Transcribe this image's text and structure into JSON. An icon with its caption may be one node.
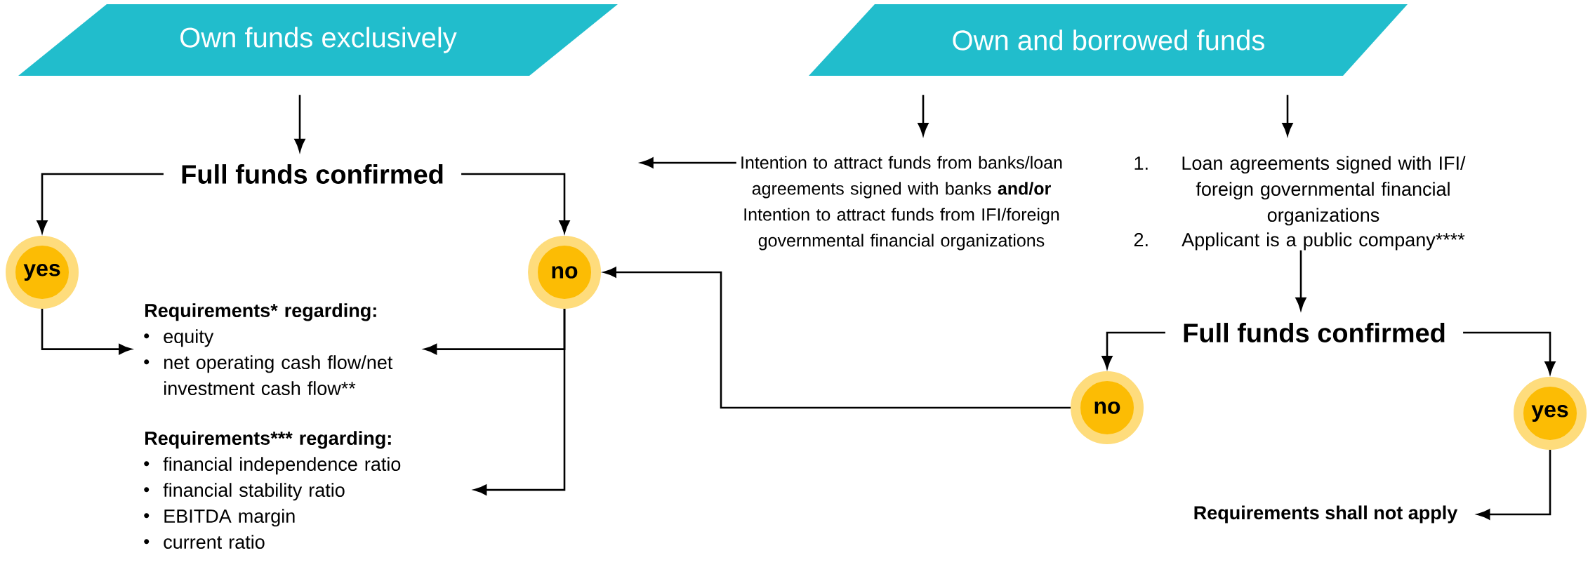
{
  "diagram": {
    "nodes": [
      {
        "text": [
          "Own funds exclusively"
        ]
      },
      {
        "text": [
          "Own and borrowed funds"
        ]
      },
      {
        "text": [
          "Full funds confirmed"
        ]
      },
      {
        "text": [
          "yes"
        ]
      },
      {
        "text": [
          "no"
        ]
      },
      {
        "text": [
          "Requirements* regarding:",
          "equity",
          "net operating cash flow/net investment cash flow**"
        ]
      },
      {
        "text": [
          "Requirements*** regarding:",
          "financial independence ratio",
          "financial stability ratio",
          "EBITDA margin",
          "current ratio"
        ]
      },
      {
        "text": [
          "Intention to attract funds from banks/loan agreements signed with banks **and/or**",
          "Intention to attract funds from IFI/foreign governmental financial organizations"
        ]
      },
      {
        "text": [
          "1.",
          "Loan agreements signed with IFI/ foreign governmental financial organizations",
          "2.",
          "Applicant is a public company****"
        ]
      },
      {
        "text": [
          "Full funds confirmed"
        ]
      },
      {
        "text": [
          "no"
        ]
      },
      {
        "text": [
          "yes"
        ]
      },
      {
        "text": [
          "Requirements shall not apply"
        ]
      }
    ],
    "edges": [
      {
        "from": 0,
        "to": 2,
        "arrow": "to"
      },
      {
        "from": 2,
        "to": 3,
        "arrow": "to"
      },
      {
        "from": 2,
        "to": 4,
        "arrow": "to"
      },
      {
        "from": 3,
        "to": 5,
        "arrow": "to"
      },
      {
        "from": 4,
        "to": 5,
        "arrow": "to"
      },
      {
        "from": 4,
        "to": 6,
        "arrow": "to"
      },
      {
        "from": 1,
        "to": 7,
        "arrow": "to"
      },
      {
        "from": 1,
        "to": 8,
        "arrow": "to"
      },
      {
        "from": 7,
        "to": null,
        "arrow": "to"
      },
      {
        "from": 8,
        "to": 9,
        "arrow": "to"
      },
      {
        "from": 9,
        "to": 10,
        "arrow": "to"
      },
      {
        "from": 9,
        "to": 11,
        "arrow": "to"
      },
      {
        "from": 10,
        "to": 4,
        "arrow": "to"
      },
      {
        "from": 11,
        "to": 12,
        "arrow": "to"
      }
    ]
  }
}
